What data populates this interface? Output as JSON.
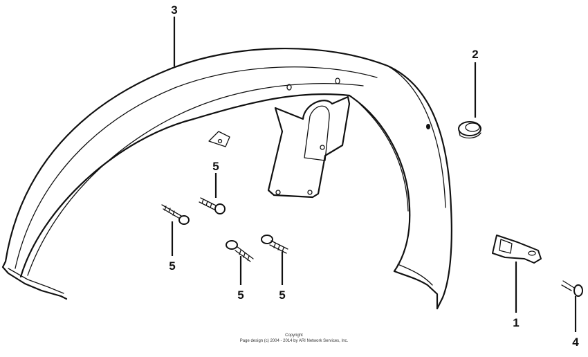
{
  "callouts": {
    "c1": "1",
    "c2": "2",
    "c3": "3",
    "c4": "4",
    "c5a": "5",
    "c5b": "5",
    "c5c": "5",
    "c5d": "5"
  },
  "copyright": {
    "line1": "Copyright",
    "line2": "Page design (c) 2004 - 2014 by ARI Network Services, Inc."
  }
}
